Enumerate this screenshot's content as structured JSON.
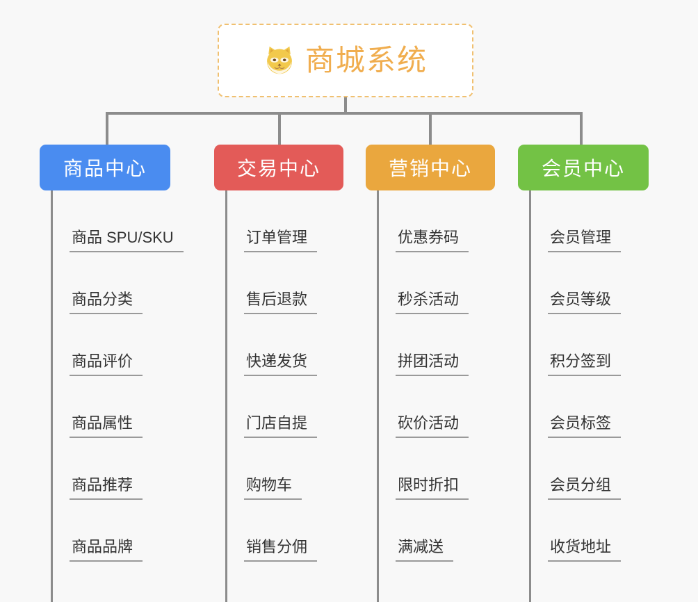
{
  "diagram": {
    "type": "mind-map",
    "background_color": "#f8f8f8",
    "root": {
      "title": "商城系统",
      "icon": "shiba-dog-emoji",
      "text_color": "#f0ad4e",
      "border_color": "#f0c070"
    },
    "connector_color": "#8c8c8c",
    "leaf_text_color": "#333333",
    "leaf_underline_color": "#9a9a9a",
    "columns": [
      {
        "title": "商品中心",
        "color": "#4a8cf0",
        "items": [
          "商品 SPU/SKU",
          "商品分类",
          "商品评价",
          "商品属性",
          "商品推荐",
          "商品品牌"
        ]
      },
      {
        "title": "交易中心",
        "color": "#e35b58",
        "items": [
          "订单管理",
          "售后退款",
          "快递发货",
          "门店自提",
          "购物车",
          "销售分佣"
        ]
      },
      {
        "title": "营销中心",
        "color": "#eaa73e",
        "items": [
          "优惠券码",
          "秒杀活动",
          "拼团活动",
          "砍价活动",
          "限时折扣",
          "满减送"
        ]
      },
      {
        "title": "会员中心",
        "color": "#73c245",
        "items": [
          "会员管理",
          "会员等级",
          "积分签到",
          "会员标签",
          "会员分组",
          "收货地址"
        ]
      }
    ]
  }
}
